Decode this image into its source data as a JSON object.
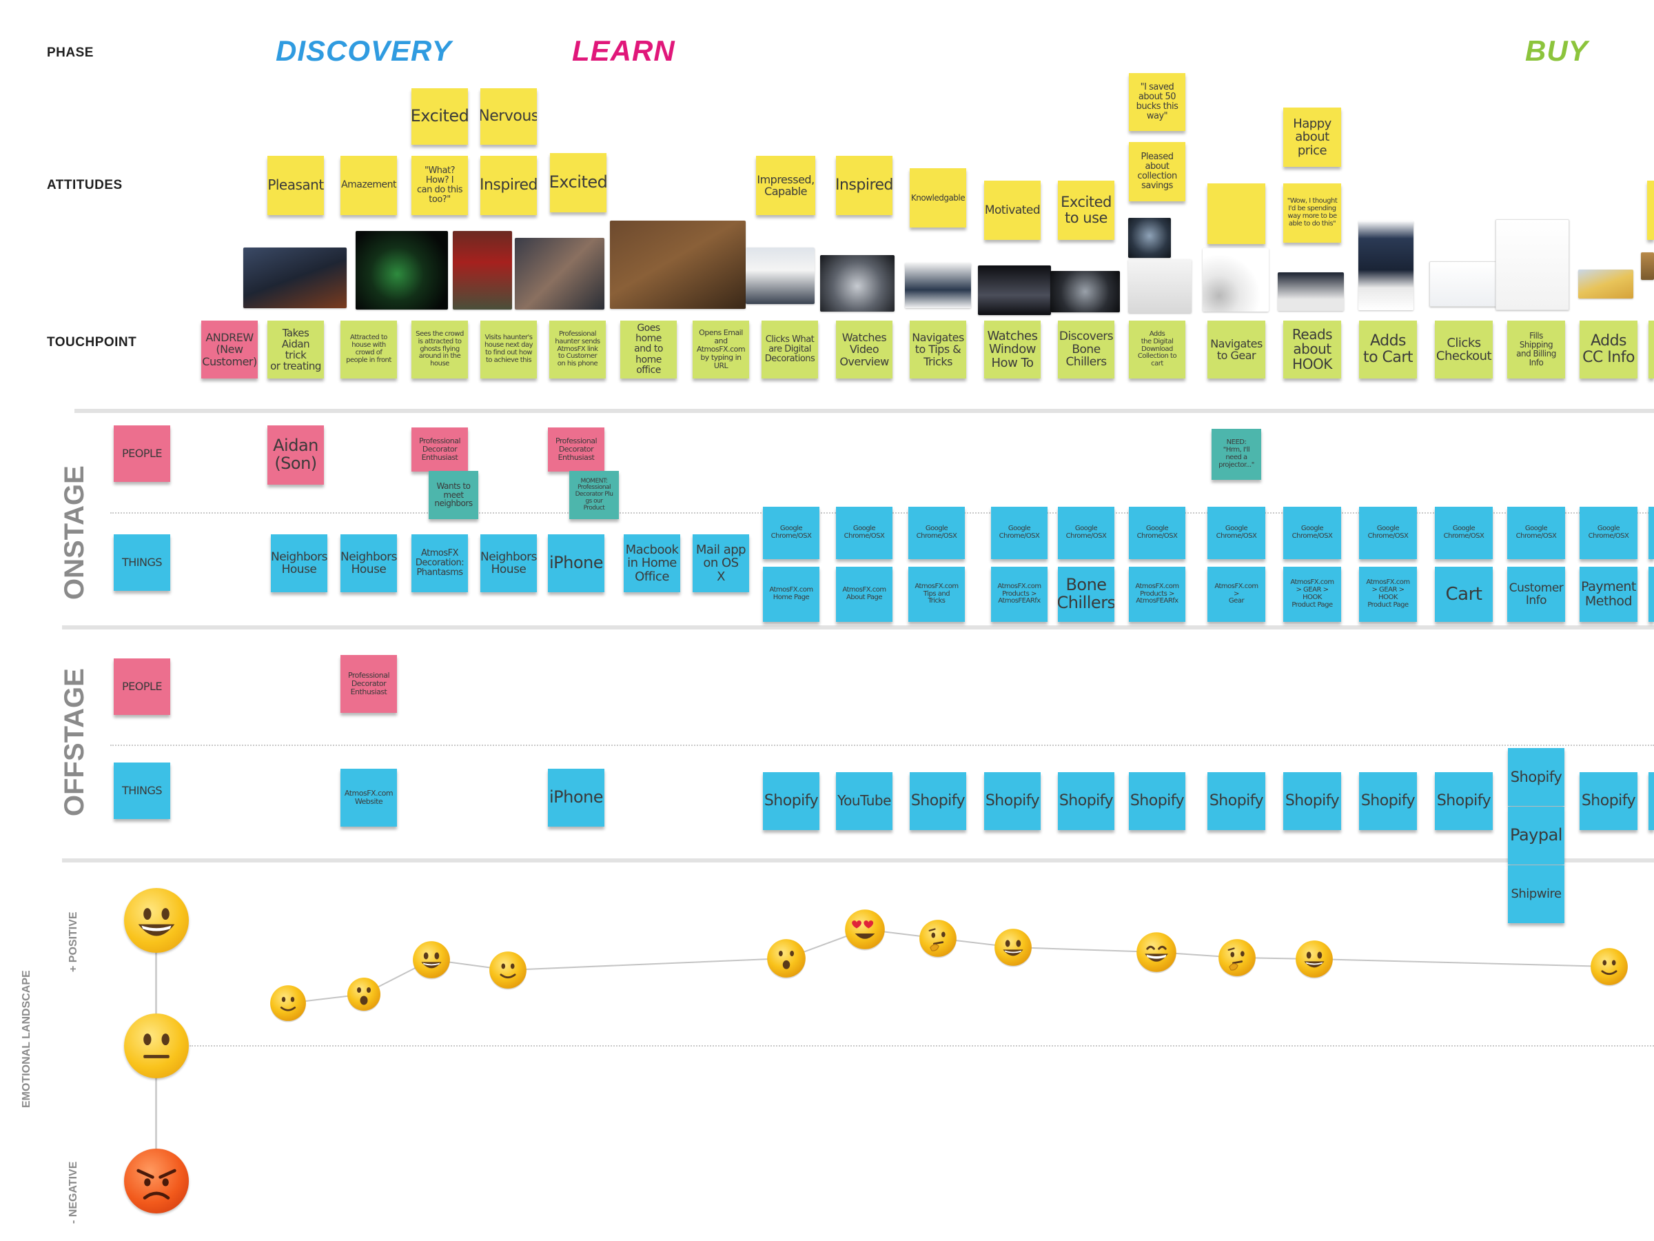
{
  "row_labels": {
    "phase": "PHASE",
    "attitudes": "ATTITUDES",
    "touchpoint": "TOUCHPOINT",
    "onstage": "ONSTAGE",
    "offstage": "OFFSTAGE",
    "people": "PEOPLE",
    "things": "THINGS",
    "emotional_landscape": "EMOTIONAL LANDSCAPE",
    "positive": "+ POSITIVE",
    "negative": "- NEGATIVE"
  },
  "phases": [
    {
      "label": "DISCOVERY",
      "color": "#2f9be0"
    },
    {
      "label": "LEARN",
      "color": "#e0177a"
    },
    {
      "label": "BUY",
      "color": "#8cc43c"
    }
  ],
  "attitudes": {
    "excited": "Excited",
    "nervous": "Nervous",
    "pleasant": "Pleasant",
    "amazement": "Amazement",
    "what_how": "\"What?\nHow? I\ncan do this\ntoo?\"",
    "inspired_1": "Inspired",
    "excited_2": "Excited",
    "impressed": "Impressed,\nCapable",
    "inspired_2": "Inspired",
    "knowledgable": "Knowledgable",
    "motivated": "Motivated",
    "excited_to_use": "Excited\nto use",
    "saved": "\"I saved\nabout 50\nbucks this\nway\"",
    "pleased": "Pleased\nabout\ncollection\nsavings",
    "happy_price": "Happy\nabout\nprice",
    "wow": "\"Wow, I thought\nI'd be spending\nway more to be\nable to do this\""
  },
  "touchpoints": [
    "ANDREW\n(New\nCustomer)",
    "Takes\nAidan trick\nor treating",
    "Attracted to\nhouse with\ncrowd of\npeople in front",
    "Sees the crowd\nis attracted to\nghosts flying\naround in the\nhouse",
    "Visits haunter's\nhouse next day\nto find out how\nto achieve this",
    "Professional\nhaunter sends\nAtmosFX link\nto Customer\non his phone",
    "Goes home\nand to\nhome office",
    "Opens Email\nand\nAtmosFX.com\nby typing in\nURL",
    "Clicks What\nare Digital\nDecorations",
    "Watches\nVideo\nOverview",
    "Navigates\nto Tips &\nTricks",
    "Watches\nWindow\nHow To",
    "Discovers\nBone\nChillers",
    "Adds\nthe Digital\nDownload\nCollection to\ncart",
    "Navigates\nto Gear",
    "Reads\nabout\nHOOK",
    "Adds\nto Cart",
    "Clicks\nCheckout",
    "Fills\nShipping\nand Billing\nInfo",
    "Adds\nCC Info"
  ],
  "onstage_people": {
    "aidan": "Aidan\n(Son)",
    "decorator_1": "Professional\nDecorator\nEnthusiast",
    "wants": "Wants to\nmeet\nneighbors",
    "decorator_2": "Professional\nDecorator\nEnthusiast",
    "moment": "MOMENT:\nProfessional\nDecorator Plu\ngs our\nProduct",
    "need": "NEED:\n\"Hrm, I'll\nneed a\nprojector...\""
  },
  "onstage_things": {
    "neighbors_1": "Neighbors\nHouse",
    "neighbors_2": "Neighbors\nHouse",
    "phantasms": "AtmosFX\nDecoration:\nPhantasms",
    "neighbors_3": "Neighbors\nHouse",
    "iphone": "iPhone",
    "macbook": "Macbook\nin Home\nOffice",
    "mail": "Mail app\non OS\nX",
    "chrome": "Google\nChrome/OSX",
    "home_page": "AtmosFX.com\nHome Page",
    "about_page": "AtmosFX.com\nAbout Page",
    "tips_page": "AtmosFX.com\nTips and\nTricks",
    "products_1": "AtmosFX.com\nProducts >\nAtmosFEARfx",
    "bone": "Bone\nChillers",
    "products_2": "AtmosFX.com\nProducts >\nAtmosFEARfx",
    "gear": "AtmosFX.com\n>\nGear",
    "hook_1": "AtmosFX.com\n> GEAR >\nHOOK\nProduct Page",
    "hook_2": "AtmosFX.com\n> GEAR >\nHOOK\nProduct Page",
    "cart": "Cart",
    "customer_info": "Customer\nInfo",
    "payment": "Payment\nMethod"
  },
  "offstage_people": {
    "decorator": "Professional\nDecorator\nEnthusiast"
  },
  "offstage_things": {
    "website": "AtmosFX.com\nWebsite",
    "iphone": "iPhone",
    "shopify": "Shopify",
    "youtube": "YouTube",
    "paypal": "Paypal",
    "shipwire": "Shipwire"
  },
  "emotional_curve": [
    {
      "step": "Takes Aidan trick or treating",
      "level": "slightly positive",
      "icon": "slight-smile"
    },
    {
      "step": "Attracted to house with crowd of people in front",
      "level": "positive",
      "icon": "surprised"
    },
    {
      "step": "Sees the crowd is attracted to ghosts flying around in the house",
      "level": "very positive",
      "icon": "grin"
    },
    {
      "step": "Visits haunter's house next day to find out how to achieve this",
      "level": "positive",
      "icon": "slight-smile"
    },
    {
      "step": "Clicks What are Digital Decorations",
      "level": "positive",
      "icon": "open-mouth"
    },
    {
      "step": "Watches Video Overview",
      "level": "very positive",
      "icon": "heart-eyes"
    },
    {
      "step": "Navigates to Tips & Tricks",
      "level": "very positive",
      "icon": "thinking"
    },
    {
      "step": "Watches Window How To",
      "level": "very positive",
      "icon": "grin"
    },
    {
      "step": "Adds the Digital Download Collection to cart",
      "level": "very positive",
      "icon": "big-grin"
    },
    {
      "step": "Navigates to Gear",
      "level": "positive",
      "icon": "thinking"
    },
    {
      "step": "Reads about HOOK",
      "level": "positive",
      "icon": "grin"
    },
    {
      "step": "Adds CC Info",
      "level": "positive",
      "icon": "slight-smile"
    }
  ],
  "colors": {
    "attitude_note": "#f7e44a",
    "touchpoint_note": "#cfe26a",
    "people_note": "#ec6f8e",
    "things_note": "#3cc0e6",
    "insight_note": "#4db6ac"
  }
}
